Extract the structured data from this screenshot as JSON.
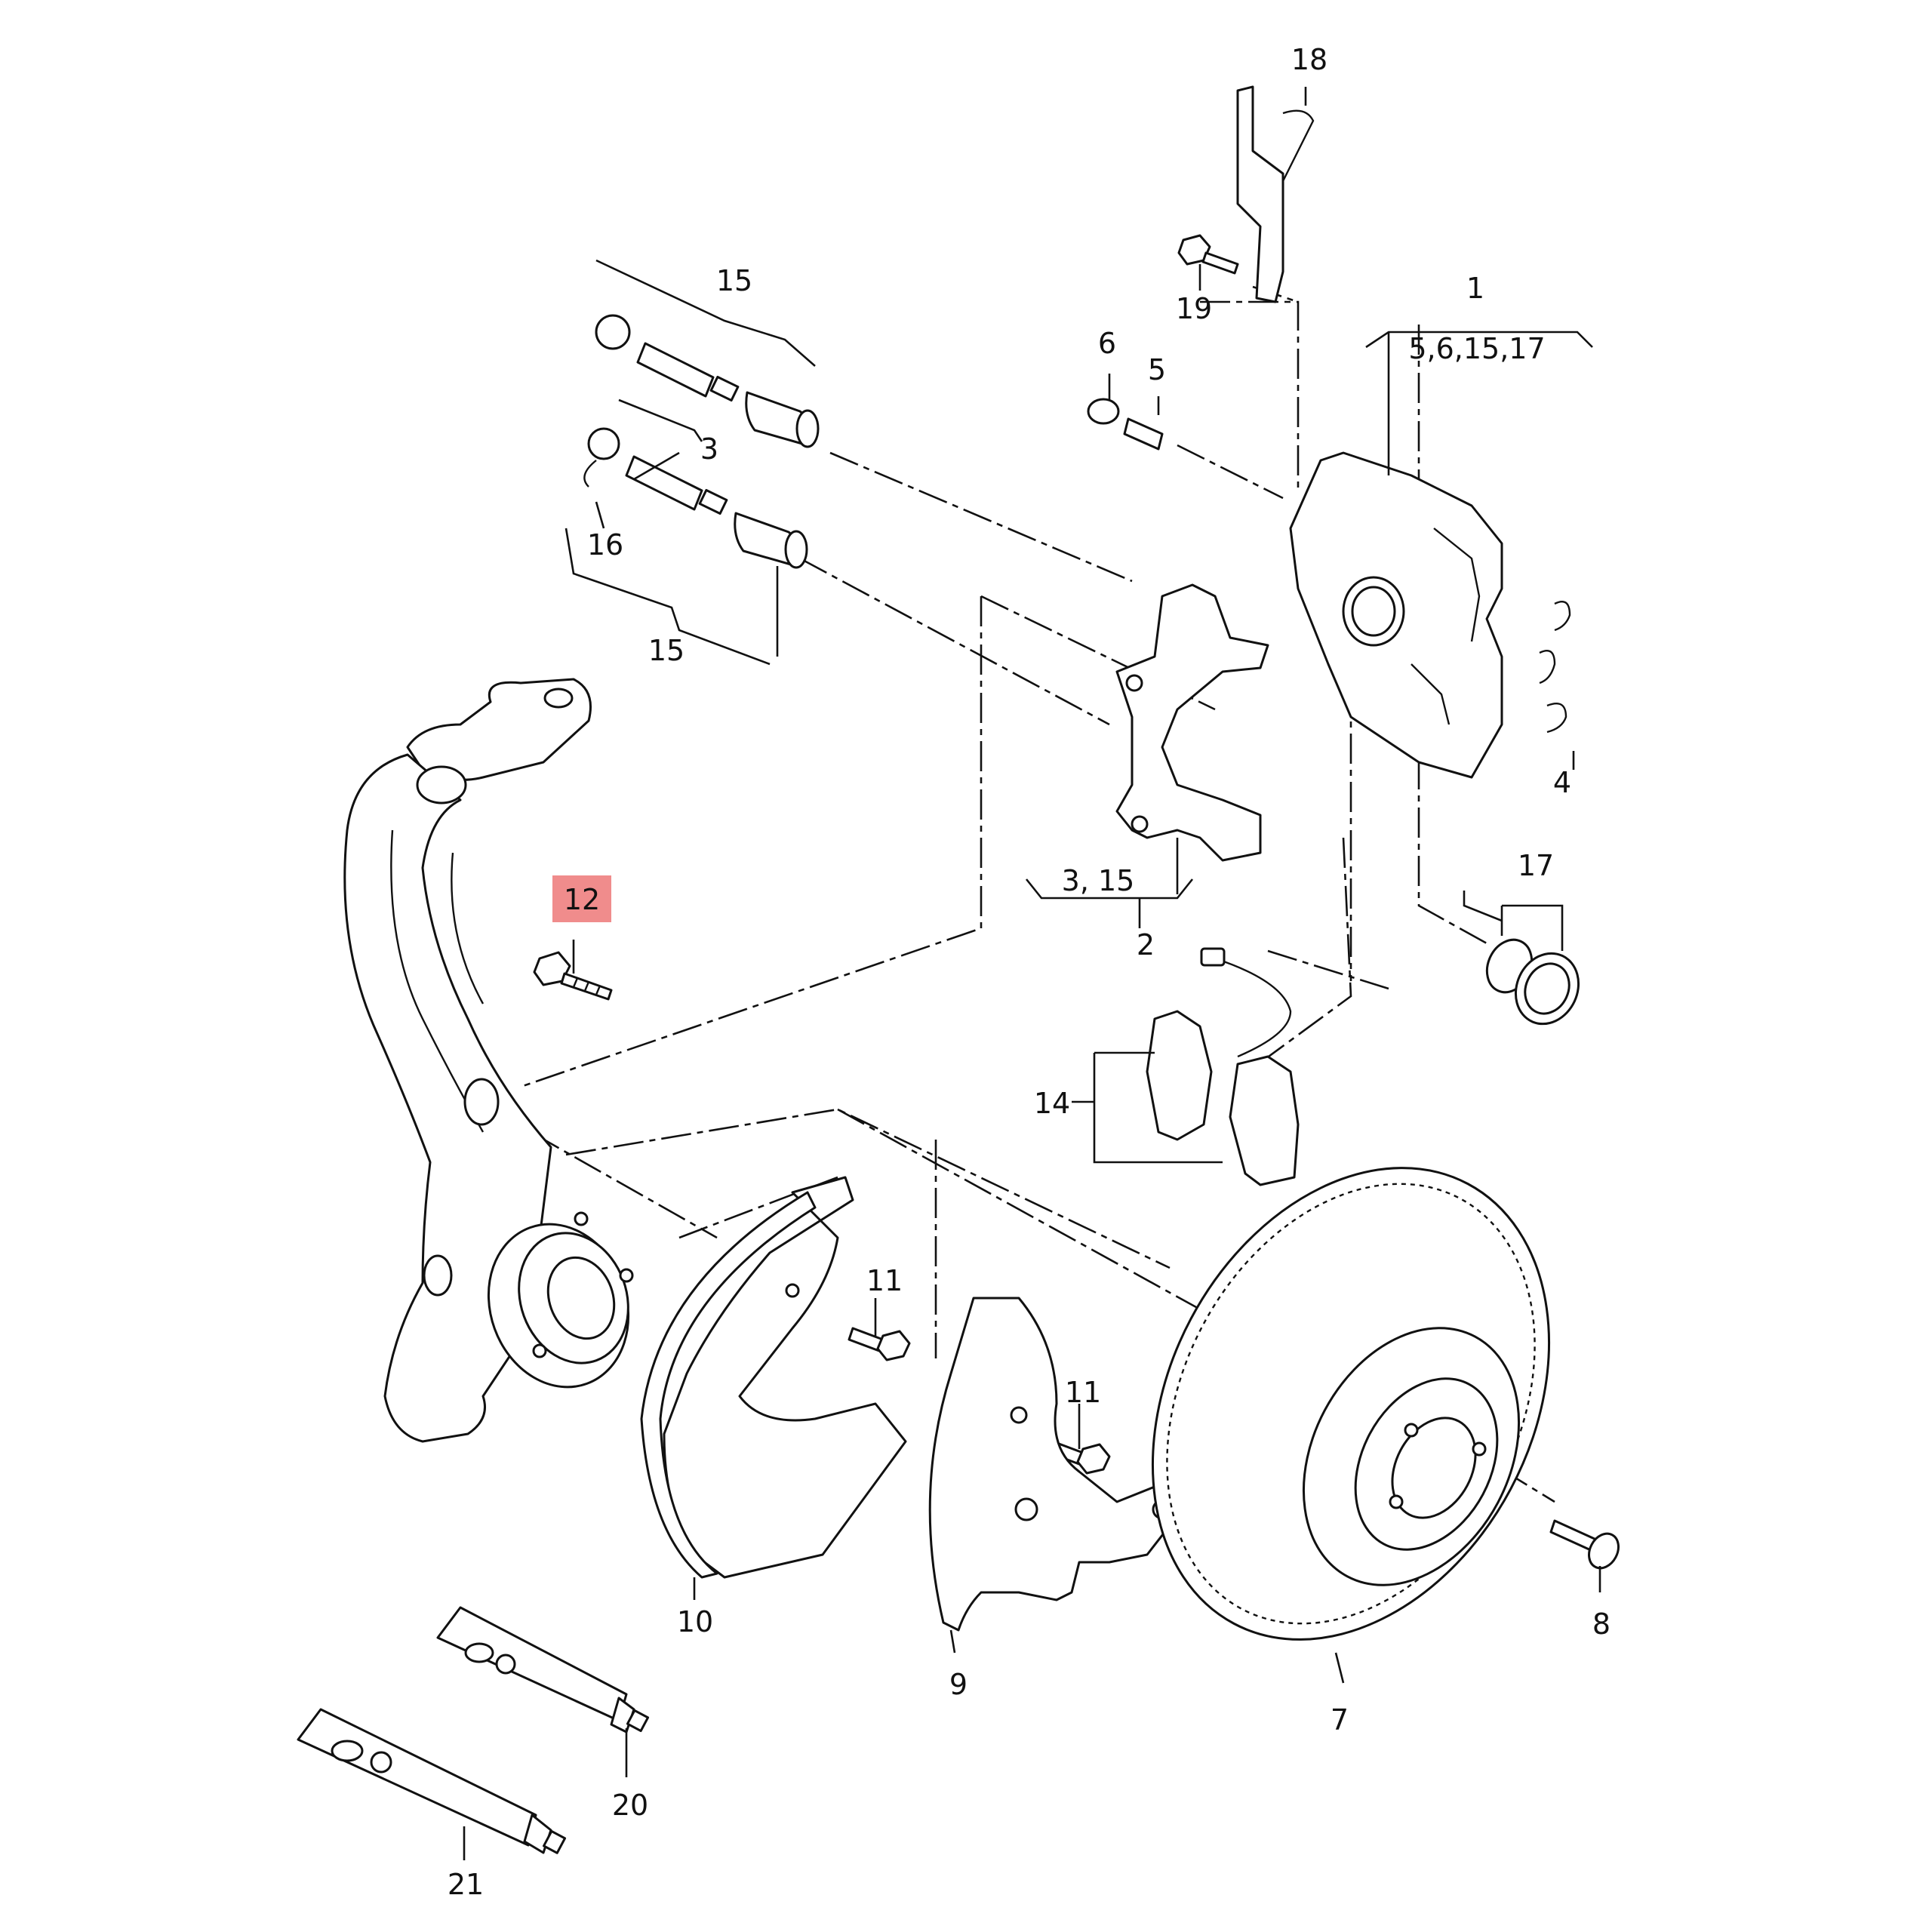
{
  "labels": {
    "p1": "1",
    "p1_sub": "5,6,15,17",
    "p2": "2",
    "p2_sub": "3, 15",
    "p3": "3",
    "p4": "4",
    "p5": "5",
    "p6": "6",
    "p7": "7",
    "p8": "8",
    "p9": "9",
    "p10": "10",
    "p11a": "11",
    "p11b": "11",
    "p12": "12",
    "p14": "14",
    "p15a": "15",
    "p15b": "15",
    "p16": "16",
    "p17": "17",
    "p18": "18",
    "p19": "19",
    "p20": "20",
    "p21": "21"
  },
  "highlight": {
    "part": "12",
    "color": "#f08c8c"
  }
}
